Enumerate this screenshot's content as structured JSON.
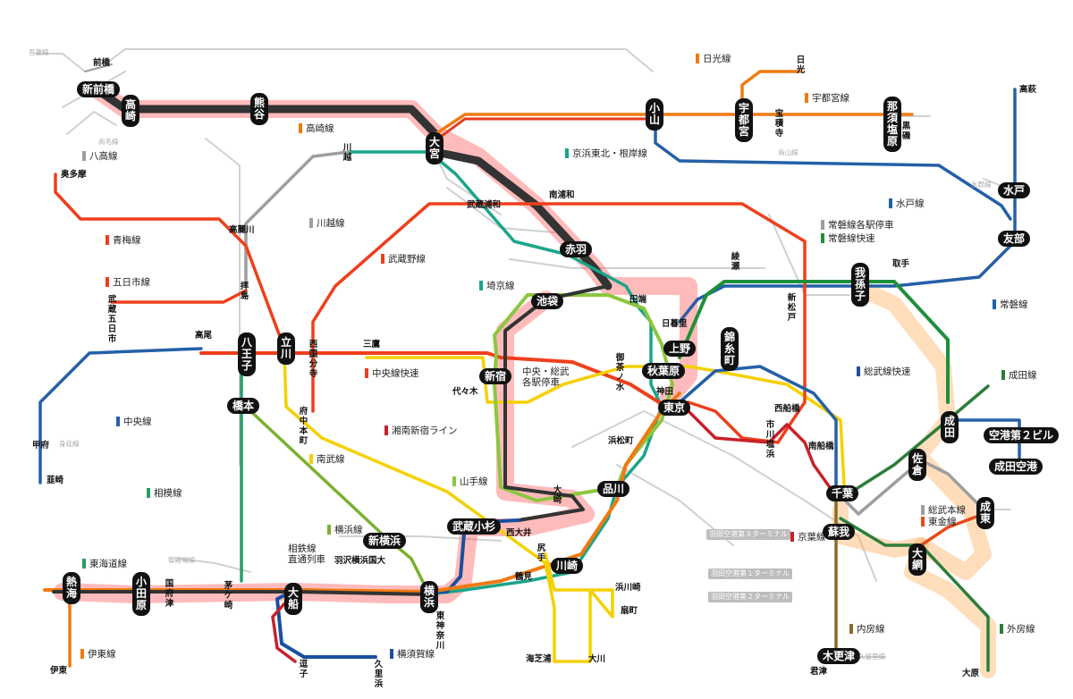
{
  "colors": {
    "takasaki": "#333333",
    "utsunomiya": "#f07a10",
    "nikko": "#f07a10",
    "keihin": "#1aa58a",
    "yamanote": "#8cc63f",
    "chuo_rapid": "#ee3f1c",
    "chuo_sobu": "#f5d000",
    "musashino": "#ee3f1c",
    "nambu": "#f5d000",
    "yokohama": "#7ab030",
    "sagami": "#2a9d6b",
    "joban": "#1f8f3a",
    "suito": "#2460a7",
    "shonan": "#c8202a",
    "sotetsu": "#1a4fa0",
    "uchibo": "#2d7d3a",
    "narita": "#2d7d3a",
    "sobu_rapid": "#1f4fa0",
    "keiyo": "#c8202a",
    "togane": "#e64a19",
    "kurihama": "#1f4fa0",
    "highlight_red": "#ff3333",
    "highlight_orange": "#ffb060",
    "grey": "#9e9e9e"
  },
  "line_labels": {
    "nikko": "日光線",
    "utsunomiya": "宇都宮線",
    "takasaki": "高崎線",
    "hachiko": "八高線",
    "keihin": "京浜東北・根岸線",
    "kawagoe": "川越線",
    "ome": "青梅線",
    "musashino": "武蔵野線",
    "itsukaichi": "五日市線",
    "saikyo": "埼京線",
    "suito": "水戸線",
    "joban_local": "常磐線各駅停車",
    "joban_rapid": "常磐線快速",
    "joban": "常磐線",
    "chuo_rapid": "中央線快速",
    "chuo_sobu": "中央・総武\n各駅停車",
    "sobu_rapid": "総武線快速",
    "narita": "成田線",
    "chuo": "中央線",
    "shonan": "湘南新宿ライン",
    "nambu": "南武線",
    "yamanote": "山手線",
    "sagami": "相模線",
    "yokohama": "横浜線",
    "sotetsu": "相鉄線\n直通列車",
    "tokaido": "東海道線",
    "keiyo": "京葉線",
    "sobu_main": "総武本線",
    "togane": "東金線",
    "uchibo": "内房線",
    "sotobo": "外房線",
    "ito": "伊東線",
    "yokosuka": "横須賀線"
  },
  "major_stations": {
    "shinmaebashi": "新前橋",
    "takasaki": "高崎",
    "kumagaya": "熊谷",
    "omiya": "大宮",
    "oyama": "小山",
    "utsunomiya": "宇都宮",
    "nasushiobara": "那須塩原",
    "mito": "水戸",
    "tomobe": "友部",
    "abiko": "我孫子",
    "akabane": "赤羽",
    "ikebukuro": "池袋",
    "ueno": "上野",
    "kinshicho": "錦糸町",
    "akihabara": "秋葉原",
    "shinjuku": "新宿",
    "tokyo": "東京",
    "hachioji": "八王子",
    "tachikawa": "立川",
    "hashimoto": "橋本",
    "shinagawa": "品川",
    "musashikosugi": "武蔵小杉",
    "shinyokohama": "新横浜",
    "kawasaki": "川崎",
    "yokohama": "横浜",
    "ofuna": "大船",
    "odawara": "小田原",
    "atami": "熱海",
    "chiba": "千葉",
    "soga": "蘇我",
    "kisarazu": "木更津",
    "narita": "成田",
    "sakura": "佐倉",
    "naruto": "成東",
    "oami": "大網",
    "airport_t2": "空港第２ビル",
    "narita_airport": "成田空港"
  },
  "minor_stations": {
    "maebashi": "前橋",
    "nikko": "日光",
    "hoshakuji": "宝積寺",
    "kuroiso": "黒磯",
    "takahagi": "高萩",
    "okutama": "奥多摩",
    "kawagoe": "川越",
    "komagawa": "高麗川",
    "haijima": "拝島",
    "musashiitsukaichi": "武蔵五日市",
    "takao": "高尾",
    "kokubunji": "西国分寺",
    "fuchuhommachi": "府中本町",
    "mitaka": "三鷹",
    "minamiurawa": "南浦和",
    "musashiurawa": "武蔵浦和",
    "tabata": "田端",
    "nippori": "日暮里",
    "ochanomizu": "御茶ノ水",
    "kanda": "神田",
    "yoyogi": "代々木",
    "hamamatsucho": "浜松町",
    "osaki": "大崎",
    "nishioi": "西大井",
    "shinmatsudo": "新松戸",
    "ayase": "綾瀬",
    "toride": "取手",
    "nishifunabashi": "西船橋",
    "ichikawashiohama": "市川塩浜",
    "minamifunabashi": "南船橋",
    "kofu": "甲府",
    "nirasaki": "韮崎",
    "shiriteji": "尻手",
    "tsurumi": "鶴見",
    "hamakawasaki": "浜川崎",
    "ogimachi": "扇町",
    "umishibaura": "海芝浦",
    "okawa": "大川",
    "higashikanagawa": "東神奈川",
    "kozu": "国府津",
    "chigasaki": "茅ケ崎",
    "zushi": "逗子",
    "kurihama": "久里浜",
    "ito": "伊東",
    "kimitsu": "君津",
    "ohara": "大原",
    "hazawa": "羽沢横浜国大"
  },
  "airport_boxes": [
    "羽田空港第３ターミナル",
    "羽田空港第１ターミナル",
    "羽田空港第２ターミナル"
  ],
  "tiny_labels": [
    "吾妻線",
    "両毛線",
    "烏山線",
    "水郡線",
    "身延線",
    "御殿場線",
    "久留里線"
  ]
}
